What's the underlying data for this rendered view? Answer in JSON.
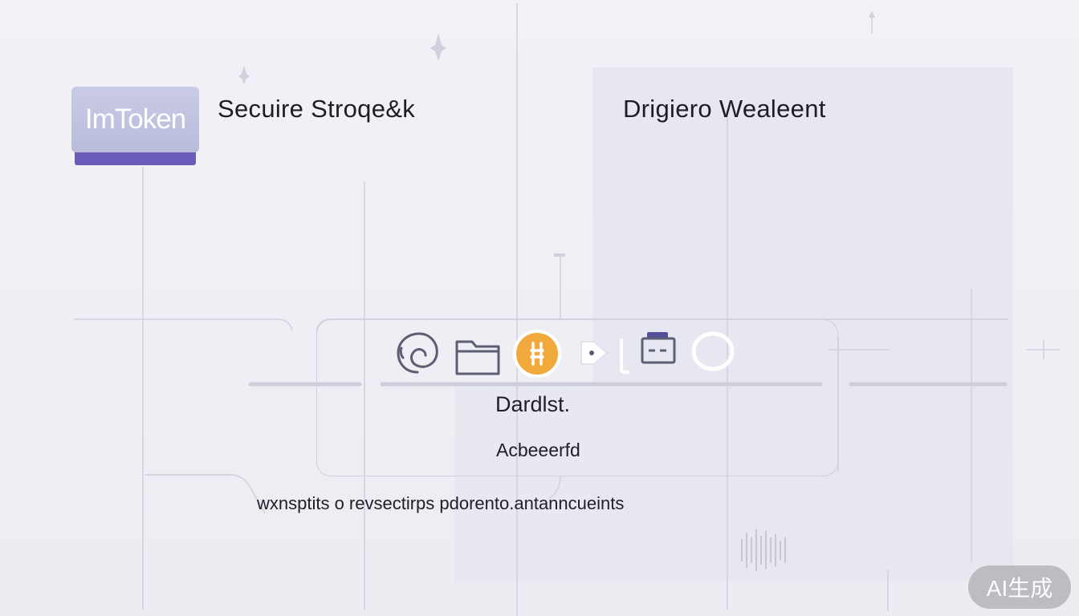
{
  "logo": {
    "text": "ImToken"
  },
  "headings": {
    "left": "Secuire Stroqe&k",
    "right": "Drigiero Wealeent"
  },
  "icons": [
    {
      "name": "spiral-icon"
    },
    {
      "name": "folder-icon"
    },
    {
      "name": "coin-icon",
      "color": "#f2a93b"
    },
    {
      "name": "arrow-tag-icon"
    },
    {
      "name": "wallet-icon",
      "color": "#55509a"
    },
    {
      "name": "ring-icon"
    }
  ],
  "content": {
    "title": "Dardlst.",
    "subtitle": "Acbeeerfd",
    "body": "wxnsptits o revsectirps pdorento.antanncueints"
  },
  "watermark": {
    "text": "AI生成"
  },
  "colors": {
    "accent": "#6a5cb8",
    "coin": "#f2a93b",
    "background": "#eeeef3"
  }
}
